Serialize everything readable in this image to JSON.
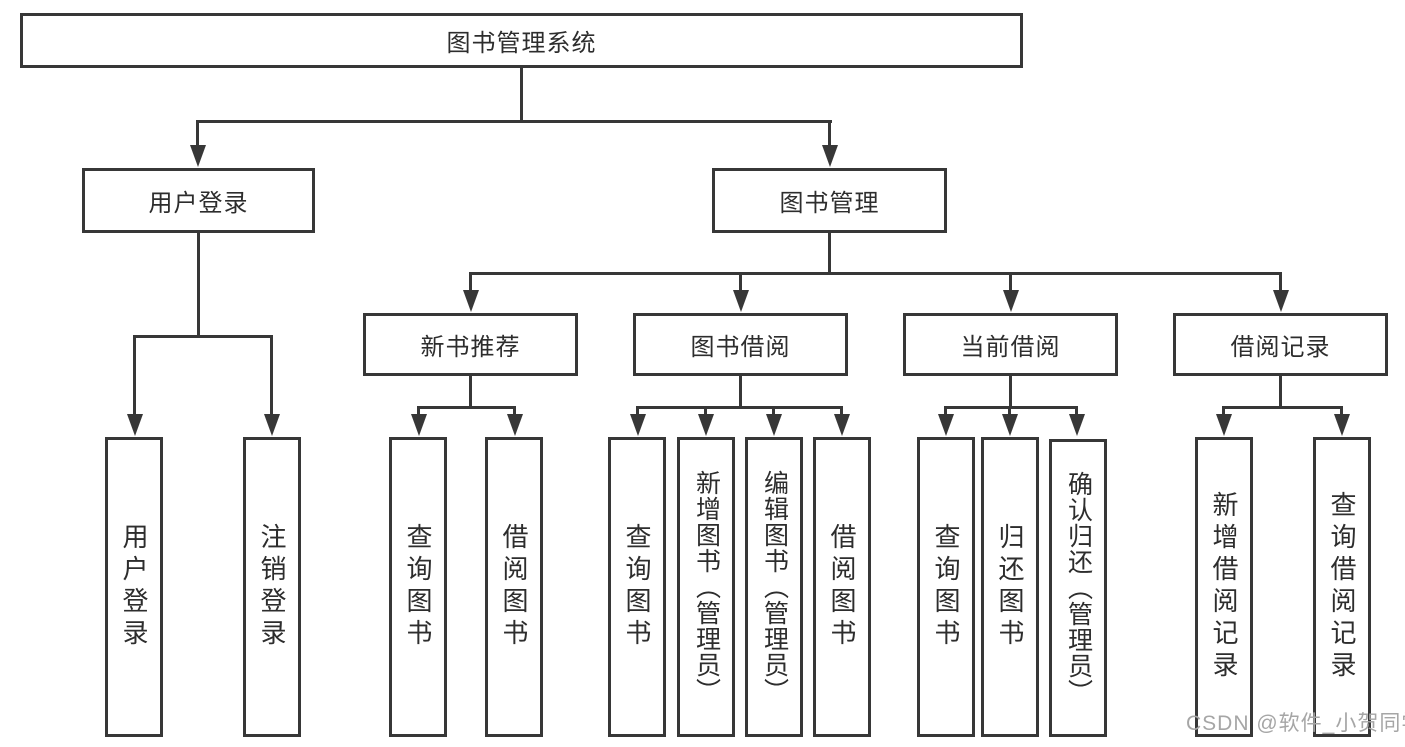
{
  "tree": {
    "label": "图书管理系统",
    "children": [
      {
        "label": "用户登录",
        "children": [
          {
            "label": "用户登录"
          },
          {
            "label": "注销登录"
          }
        ]
      },
      {
        "label": "图书管理",
        "children": [
          {
            "label": "新书推荐",
            "children": [
              {
                "label": "查询图书"
              },
              {
                "label": "借阅图书"
              }
            ]
          },
          {
            "label": "图书借阅",
            "children": [
              {
                "label": "查询图书"
              },
              {
                "label": "新增图书（管理员）"
              },
              {
                "label": "编辑图书（管理员）"
              },
              {
                "label": "借阅图书"
              }
            ]
          },
          {
            "label": "当前借阅",
            "children": [
              {
                "label": "查询图书"
              },
              {
                "label": "归还图书"
              },
              {
                "label": "确认归还（管理员）"
              }
            ]
          },
          {
            "label": "借阅记录",
            "children": [
              {
                "label": "新增借阅记录"
              },
              {
                "label": "查询借阅记录"
              }
            ]
          }
        ]
      }
    ]
  },
  "watermark": "CSDN @软件_小贺同学",
  "colors": {
    "line": "#373737",
    "text": "#2d2d2d",
    "watermark": "#a6a6a6",
    "background": "#ffffff"
  }
}
